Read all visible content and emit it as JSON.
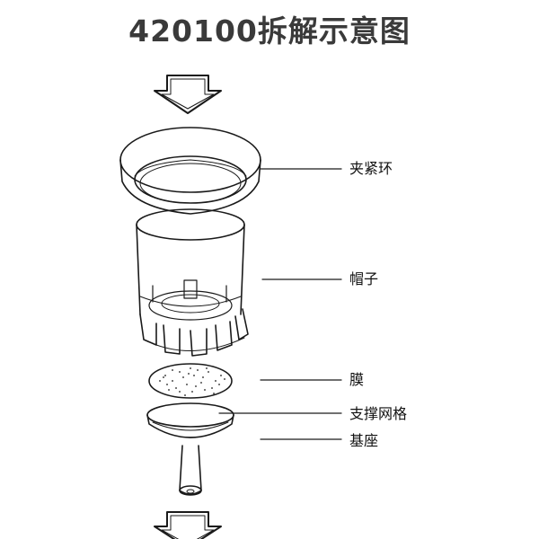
{
  "title": "420100拆解示意图",
  "parts": [
    {
      "name": "clamp-ring",
      "label": "夹紧环"
    },
    {
      "name": "cap",
      "label": "帽子"
    },
    {
      "name": "membrane",
      "label": "膜"
    },
    {
      "name": "support-grid",
      "label": "支撑网格"
    },
    {
      "name": "base",
      "label": "基座"
    }
  ],
  "colors": {
    "line": "#1a1a1a",
    "title": "#3a3a3a"
  }
}
